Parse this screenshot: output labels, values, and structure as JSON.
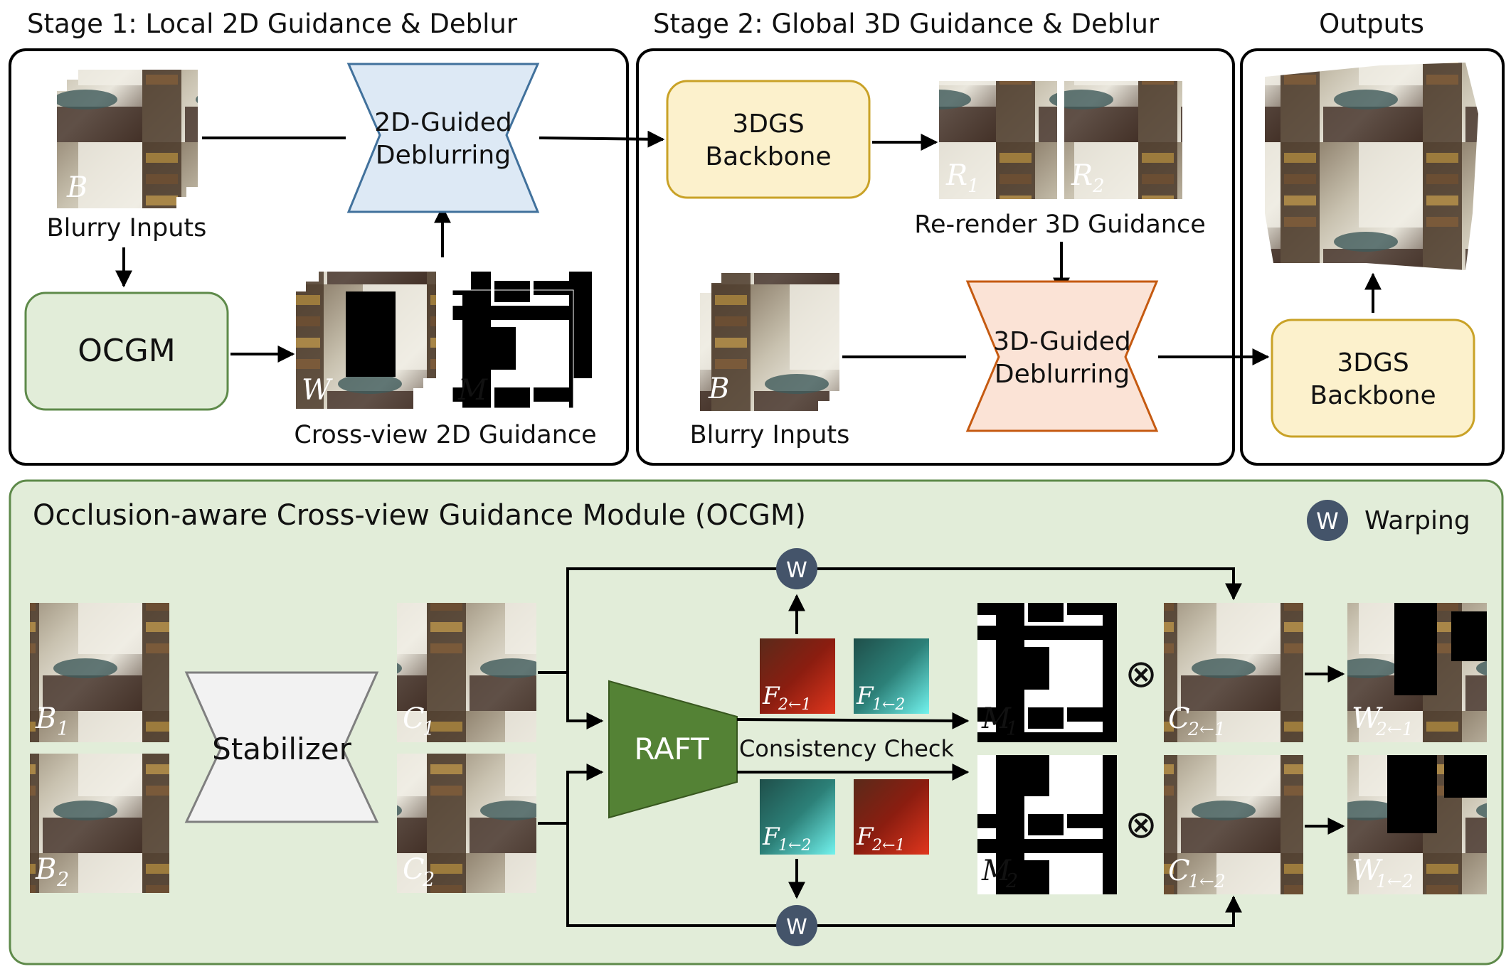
{
  "stage1": {
    "title": "Stage 1: Local 2D Guidance & Deblur",
    "blurry_inputs_label": "Blurry Inputs",
    "blurry_letter": "B",
    "ocgm_label": "OCGM",
    "deblur_line1": "2D-Guided",
    "deblur_line2": "Deblurring",
    "warp_letter": "W",
    "mask_letter": "M",
    "guidance_label": "Cross-view 2D Guidance"
  },
  "stage2": {
    "title": "Stage 2: Global 3D Guidance & Deblur",
    "backbone_line1": "3DGS",
    "backbone_line2": "Backbone",
    "r_letter": "R",
    "r1_sub": "1",
    "r2_sub": "2",
    "rerender_label": "Re-render 3D Guidance",
    "blurry_inputs_label": "Blurry Inputs",
    "blurry_letter": "B",
    "deblur_line1": "3D-Guided",
    "deblur_line2": "Deblurring"
  },
  "outputs": {
    "title": "Outputs",
    "backbone_line1": "3DGS",
    "backbone_line2": "Backbone"
  },
  "ocgm": {
    "title": "Occlusion-aware Cross-view Guidance Module (OCGM)",
    "legend_symbol": "W",
    "legend_label": "Warping",
    "b1": {
      "letter": "B",
      "sub": "1"
    },
    "b2": {
      "letter": "B",
      "sub": "2"
    },
    "stabilizer_label": "Stabilizer",
    "c1": {
      "letter": "C",
      "sub": "1"
    },
    "c2": {
      "letter": "C",
      "sub": "2"
    },
    "raft_label": "RAFT",
    "warp_symbol": "W",
    "flow_top_left": {
      "letter": "F",
      "sub": "2←1"
    },
    "flow_top_right": {
      "letter": "F",
      "sub": "1←2"
    },
    "flow_bot_left": {
      "letter": "F",
      "sub": "1←2"
    },
    "flow_bot_right": {
      "letter": "F",
      "sub": "2←1"
    },
    "consistency_label": "Consistency Check",
    "m1": {
      "letter": "M",
      "sub": "1"
    },
    "m2": {
      "letter": "M",
      "sub": "2"
    },
    "multiply_symbol": "⊗",
    "c21": {
      "letter": "C",
      "sub": "2←1"
    },
    "c12": {
      "letter": "C",
      "sub": "1←2"
    },
    "w21": {
      "letter": "W",
      "sub": "2←1"
    },
    "w12": {
      "letter": "W",
      "sub": "1←2"
    }
  },
  "colors": {
    "ocgm_green": "#E2EDD9",
    "ocgm_border": "#5E8A4A",
    "deblur2d_blue": "#DDE9F5",
    "backbone_yellow": "#FCF1CC",
    "deblur3d_peach": "#FBE3D6",
    "raft_green": "#548235",
    "warp_navy": "#44546A"
  }
}
